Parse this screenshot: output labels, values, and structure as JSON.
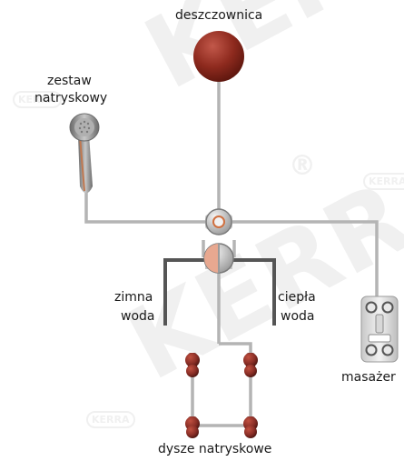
{
  "labels": {
    "rain_shower": "deszczownica",
    "shower_set_line1": "zestaw",
    "shower_set_line2": "natryskowy",
    "cold_line1": "zimna",
    "cold_line2": "woda",
    "hot_line1": "ciepła",
    "hot_line2": "woda",
    "massager": "masażer",
    "nozzles": "dysze natryskowe"
  },
  "watermark": {
    "brand": "KERRA",
    "badge_text": "KERRA",
    "registered_mark": "®"
  },
  "colors": {
    "pipe": "#b4b4b4",
    "supply_pipe": "#555555",
    "head": "#8a2418",
    "nozzle": "#8a2e26",
    "watermark": "#f0f0f0"
  }
}
